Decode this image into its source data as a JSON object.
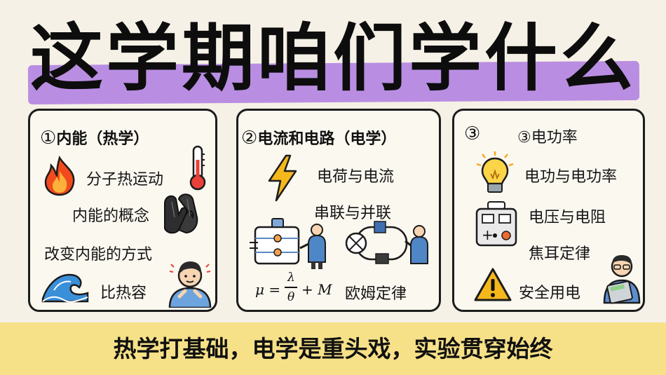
{
  "title": "这学期咱们学什么",
  "cards": [
    {
      "number": "①",
      "heading": "内能（热学）",
      "items": [
        "分子热运动",
        "内能的概念",
        "改变内能的方式",
        "比热容"
      ]
    },
    {
      "number": "②",
      "heading": "电流和电路（电学）",
      "items": [
        "电荷与电流",
        "串联与并联",
        "欧姆定律"
      ],
      "formula": {
        "mu": "μ =",
        "num": "λ",
        "den": "θ",
        "rest": "+ M"
      }
    },
    {
      "number": "③",
      "heading": "③电功率",
      "items": [
        "电功与电功率",
        "电压与电阻",
        "焦耳定律",
        "安全用电"
      ]
    }
  ],
  "footer": "热学打基础，电学是重头戏，实验贯穿始终",
  "colors": {
    "background": "#f6f1e6",
    "title_highlight": "#b98ee2",
    "footer_band": "#f7e188",
    "border": "#1c1c1c"
  },
  "icons": [
    "fire-icon",
    "thermometer-icon",
    "gloves-icon",
    "wave-icon",
    "person-icon",
    "lightning-icon",
    "circuit-board-icon",
    "circuit-loop-icon",
    "light-bulb-icon",
    "meter-icon",
    "warning-icon",
    "calculator-person-icon"
  ]
}
